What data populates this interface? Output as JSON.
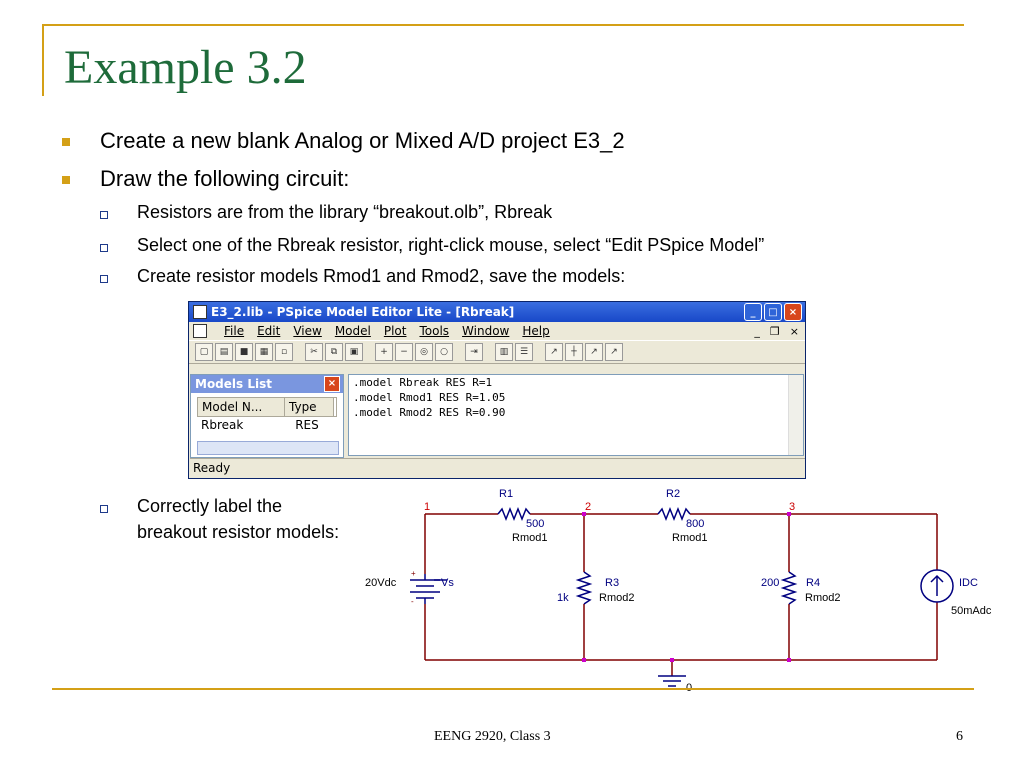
{
  "slide": {
    "title": "Example 3.2",
    "bullets": [
      {
        "text": "Create a new blank Analog or Mixed A/D project E3_2"
      },
      {
        "text": "Draw the following circuit:"
      }
    ],
    "subbullets": [
      {
        "text": "Resistors are from the library “breakout.olb”, Rbreak"
      },
      {
        "text": "Select one of the Rbreak resistor, right-click mouse, select “Edit PSpice Model”"
      },
      {
        "text": "Create resistor models Rmod1 and Rmod2, save the models:"
      },
      {
        "line1": "Correctly label the",
        "line2": "breakout resistor models:"
      }
    ],
    "footer_center": "EENG 2920, Class 3",
    "page_number": "6",
    "accent_color": "#d4a017",
    "title_color": "#1e6b3a"
  },
  "window": {
    "title": "E3_2.lib - PSpice Model Editor Lite  - [Rbreak]",
    "menu": [
      "File",
      "Edit",
      "View",
      "Model",
      "Plot",
      "Tools",
      "Window",
      "Help"
    ],
    "models_list_title": "Models List",
    "columns": [
      "Model N...",
      "Type"
    ],
    "rows": [
      {
        "name": "Rbreak",
        "type": "RES"
      }
    ],
    "editor_lines": [
      ".model Rbreak RES R=1",
      ".model Rmod1 RES R=1.05",
      ".model Rmod2 RES R=0.90"
    ],
    "status": "Ready"
  },
  "circuit": {
    "nodes": [
      "1",
      "2",
      "3",
      "0"
    ],
    "R1": {
      "name": "R1",
      "value": "500",
      "model": "Rmod1"
    },
    "R2": {
      "name": "R2",
      "value": "800",
      "model": "Rmod1"
    },
    "R3": {
      "name": "R3",
      "value": "1k",
      "model": "Rmod2"
    },
    "R4": {
      "name": "R4",
      "value": "200",
      "model": "Rmod2"
    },
    "Vs": {
      "name": "Vs",
      "value": "20Vdc",
      "plus": "+",
      "minus": "-"
    },
    "IDC": {
      "name": "IDC",
      "value": "50mAdc"
    },
    "wire_color": "#800000",
    "label_color": "#000080",
    "node_color": "#cc0000"
  }
}
